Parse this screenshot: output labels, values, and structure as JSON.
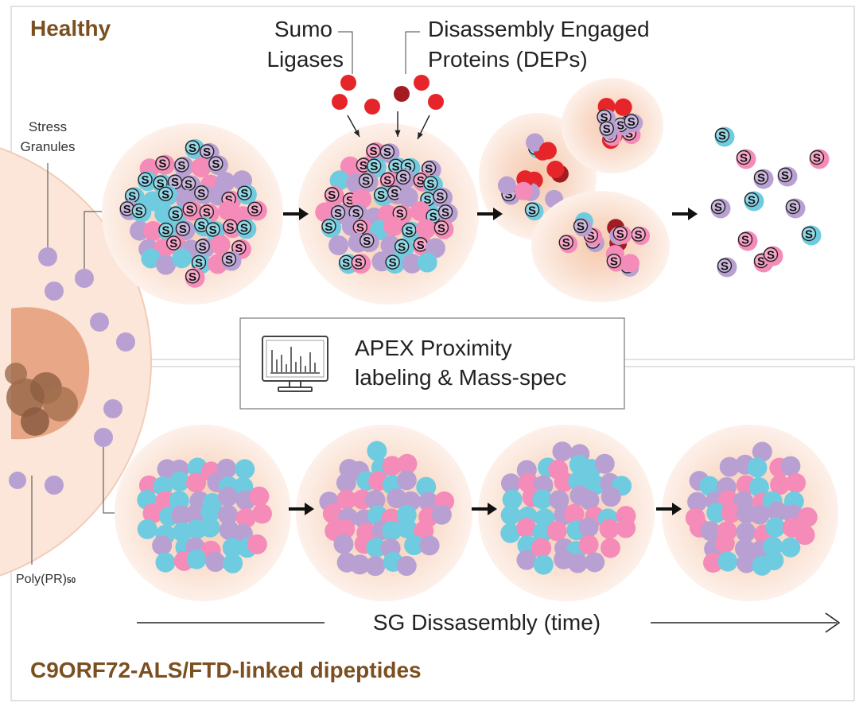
{
  "panels": {
    "healthy_title": "Healthy",
    "disease_title": "C9ORF72-ALS/FTD-linked dipeptides"
  },
  "labels": {
    "stress_line1": "Stress",
    "stress_line2": "Granules",
    "sumo_line1": "Sumo",
    "sumo_line2": "Ligases",
    "dep_line1": "Disassembly Engaged",
    "dep_line2": "Proteins (DEPs)",
    "poly_base": "Poly(PR)",
    "poly_sub": "50"
  },
  "apex": {
    "line1": "APEX Proximity",
    "line2": "labeling & Mass-spec"
  },
  "timeline": {
    "label": "SG Dissasembly (time)"
  },
  "sumo_marker": "S",
  "colors": {
    "brand_brown": "#7b4f1f",
    "cyan": "#6fcbe0",
    "pink": "#f48bb8",
    "lavender": "#b8a0d2",
    "red": "#e5252a",
    "dark_red": "#a21c22",
    "halo": "#f7d3bd",
    "cell": "#fbe6d9"
  }
}
